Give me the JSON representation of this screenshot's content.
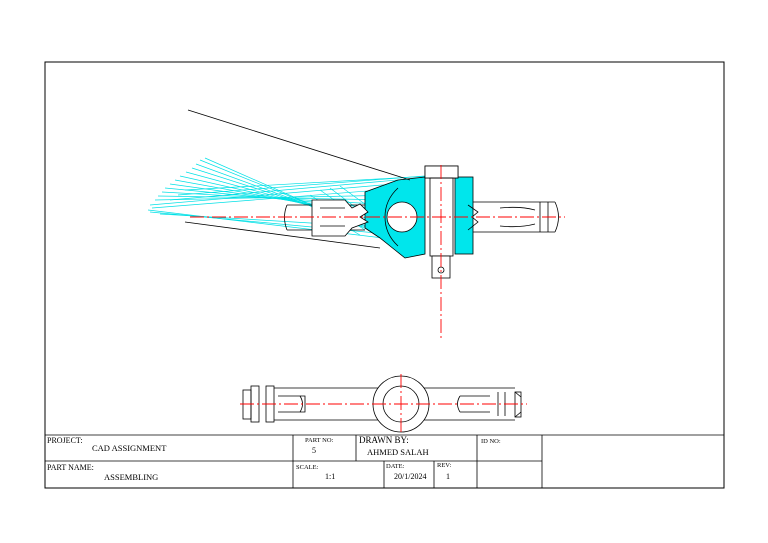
{
  "title_block": {
    "project_label": "PROJECT:",
    "project_value": "CAD ASSIGNMENT",
    "part_name_label": "PART NAME:",
    "part_name_value": "ASSEMBLING",
    "part_no_label": "PART NO:",
    "part_no_value": "5",
    "scale_label": "SCALE:",
    "scale_value": "1:1",
    "drawn_by_label": "DRAWN BY:",
    "drawn_by_value": "AHMED SALAH",
    "date_label": "DATE:",
    "date_value": "20/1/2024",
    "rev_label": "REV:",
    "rev_value": "1",
    "id_no_label": "ID NO:",
    "id_no_value": ""
  },
  "colors": {
    "outline": "#000000",
    "centerline": "#ff0000",
    "hatch": "#00e0e6",
    "background": "#ffffff"
  }
}
